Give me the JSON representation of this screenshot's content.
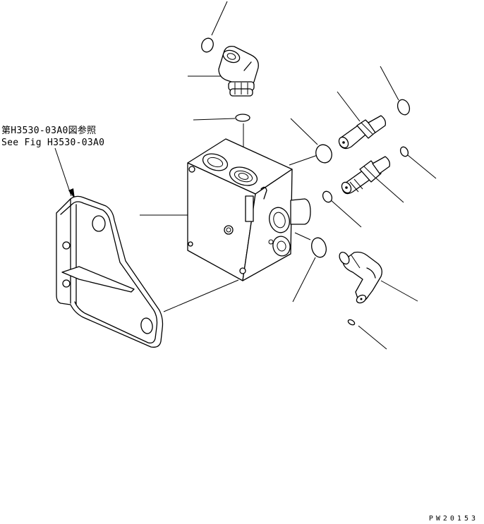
{
  "reference_note": {
    "line1": "第H3530-03A0図参照",
    "line2": "See Fig H3530-03A0"
  },
  "drawing_code": "PW20153",
  "colors": {
    "line": "#000000",
    "background": "#ffffff"
  }
}
